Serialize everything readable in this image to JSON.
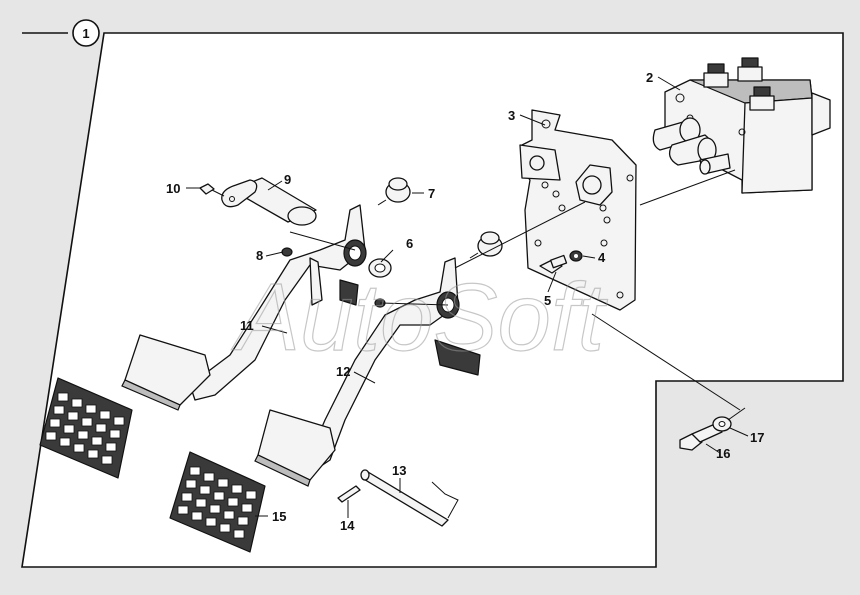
{
  "diagram": {
    "group_label": "1",
    "watermark": "AutoSoft",
    "callouts": {
      "p2": "2",
      "p3": "3",
      "p4": "4",
      "p5": "5",
      "p6": "6",
      "p7": "7",
      "p8": "8",
      "p9": "9",
      "p10": "10",
      "p11": "11",
      "p12": "12",
      "p13": "13",
      "p14": "14",
      "p15": "15",
      "p16": "16",
      "p17": "17"
    }
  }
}
